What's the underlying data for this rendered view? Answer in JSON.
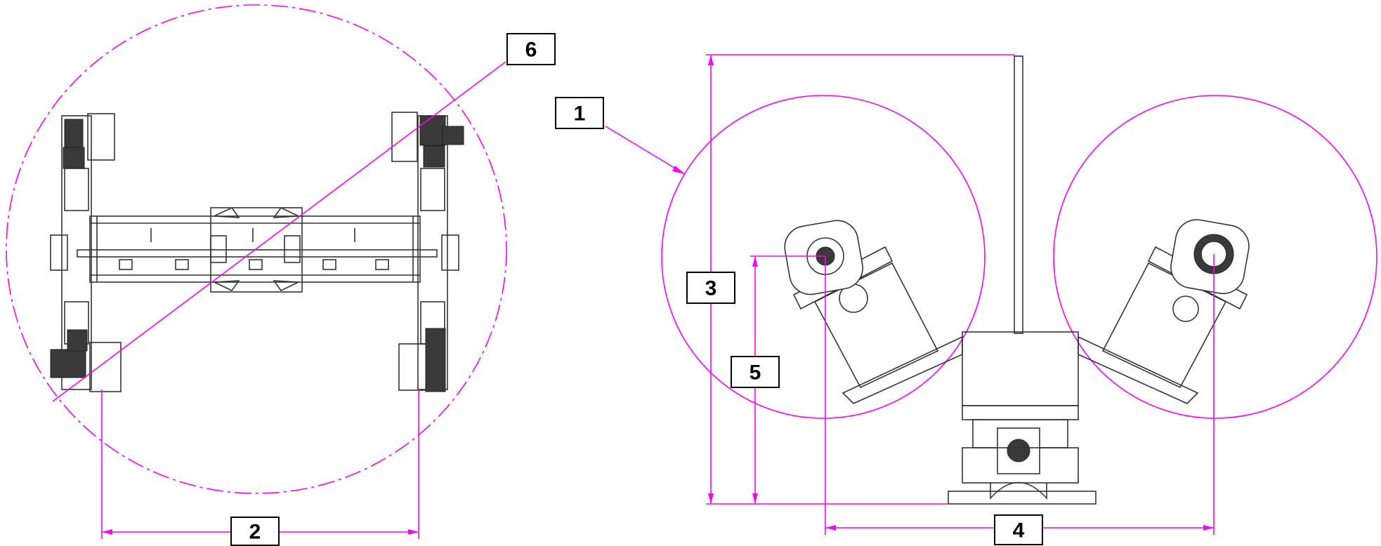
{
  "colors": {
    "dimension": "#ff00ff",
    "machine": "#333333",
    "label_border": "#000000"
  },
  "labels": {
    "l1": "1",
    "l2": "2",
    "l3": "3",
    "l4": "4",
    "l5": "5",
    "l6": "6"
  }
}
